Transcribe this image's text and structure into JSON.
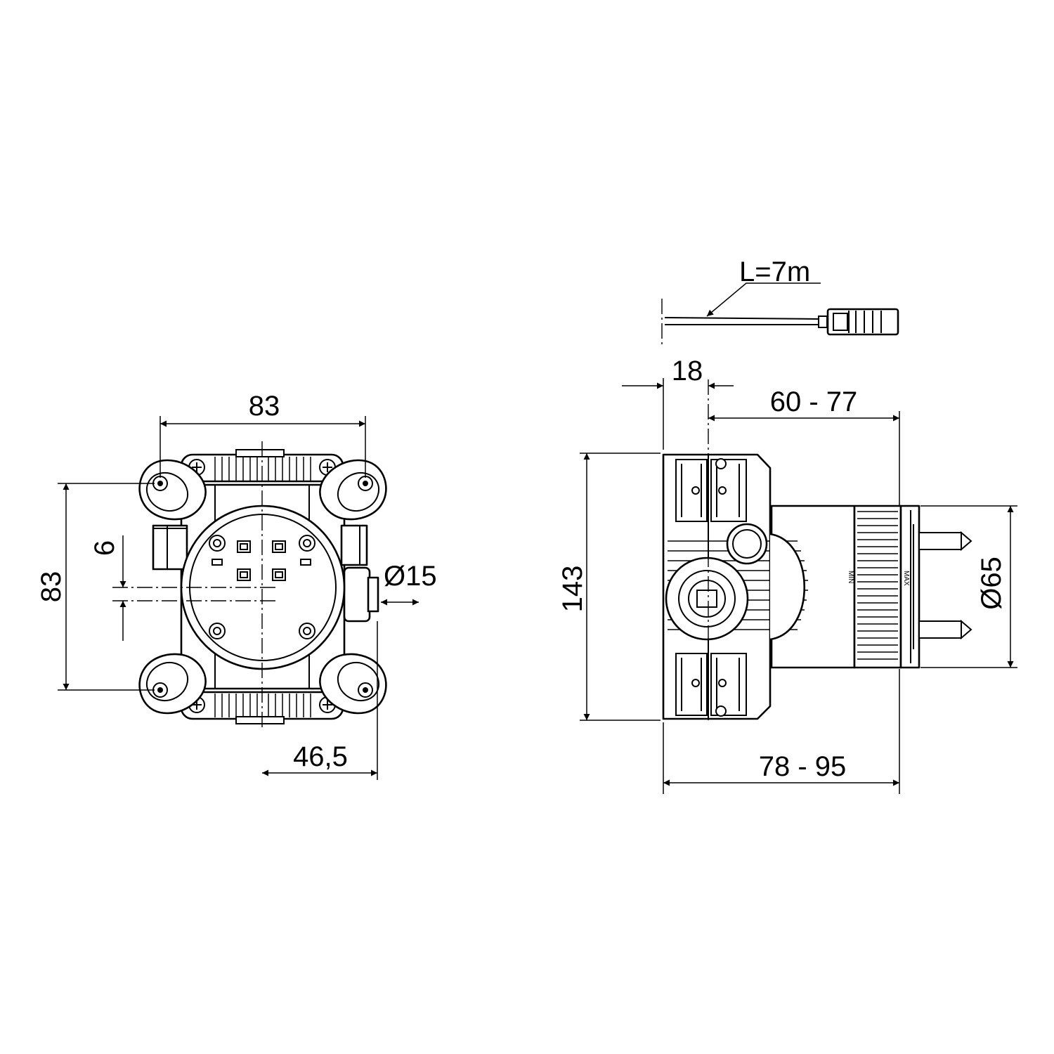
{
  "dimensions": {
    "front_width": "83",
    "front_height": "83",
    "offset": "6",
    "pipe_diameter": "Ø15",
    "outlet_distance": "46,5",
    "cable_length": "L=7m",
    "mount_depth": "18",
    "adjust_range": "60 - 77",
    "total_height": "143",
    "sleeve_diameter": "Ø65",
    "total_depth": "78 - 95"
  },
  "markings": {
    "min": "MIN",
    "max": "MAX"
  }
}
